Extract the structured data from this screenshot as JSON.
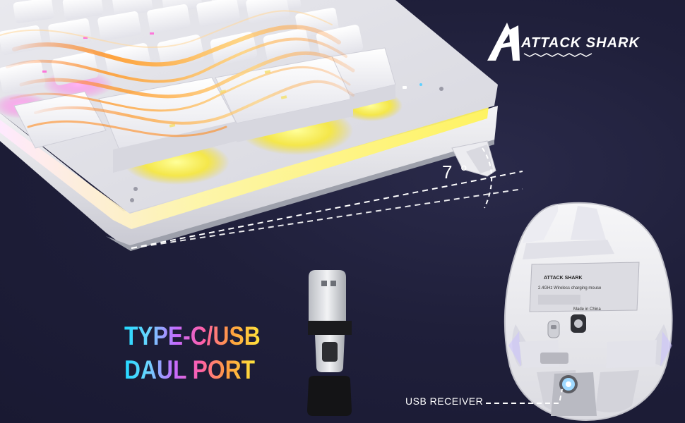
{
  "brand": {
    "name": "ATTACK SHARK",
    "logo_icon": "shark-fin-icon"
  },
  "keyboard": {
    "tilt_angle_label": "7 °"
  },
  "adapter": {
    "line1": "TYPE-C/USB",
    "line2": "DAUL PORT"
  },
  "mouse": {
    "label_brand": "ATTACK SHARK",
    "label_model": "2.4GHz Wireless charging mouse",
    "label_origin": "Made in China",
    "receiver_callout": "USB RECEIVER"
  },
  "colors": {
    "background": "#1f1f3a",
    "keyboard_white": "#f2f2f4",
    "backlight_yellow": "#fff35a",
    "backlight_pink": "#ff66e0",
    "heat_orange": "#ff8a1e"
  }
}
